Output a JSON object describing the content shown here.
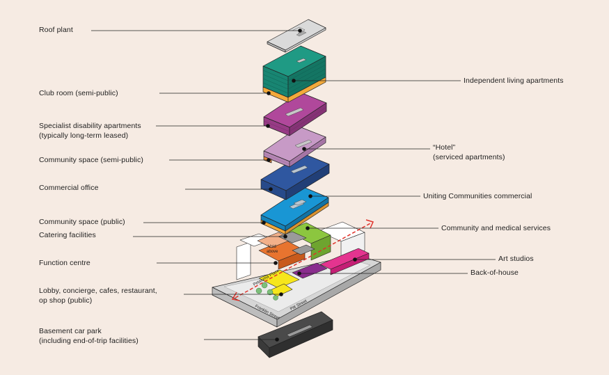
{
  "labels_left": [
    {
      "id": "roof-plant",
      "lines": [
        "Roof plant"
      ]
    },
    {
      "id": "club-room",
      "lines": [
        "Club room (semi-public)"
      ]
    },
    {
      "id": "specialist-disability",
      "lines": [
        "Specialist disability apartments",
        "(typically long-term leased)"
      ]
    },
    {
      "id": "community-semi-public",
      "lines": [
        "Community space (semi-public)"
      ]
    },
    {
      "id": "commercial-office",
      "lines": [
        "Commercial office"
      ]
    },
    {
      "id": "community-public",
      "lines": [
        "Community space (public)"
      ]
    },
    {
      "id": "catering",
      "lines": [
        "Catering facilities"
      ]
    },
    {
      "id": "function-centre",
      "lines": [
        "Function centre"
      ]
    },
    {
      "id": "lobby",
      "lines": [
        "Lobby, concierge, cafes, restaurant,",
        "op shop (public)"
      ]
    },
    {
      "id": "basement",
      "lines": [
        "Basement car park",
        "(including end-of-trip facilities)"
      ]
    }
  ],
  "labels_right": [
    {
      "id": "independent-living",
      "lines": [
        "Independent living apartments"
      ]
    },
    {
      "id": "hotel",
      "lines": [
        "“Hotel”",
        "(serviced apartments)"
      ]
    },
    {
      "id": "uniting-commercial",
      "lines": [
        "Uniting Communities commercial"
      ]
    },
    {
      "id": "community-medical",
      "lines": [
        "Community and medical services"
      ]
    },
    {
      "id": "art-studios",
      "lines": [
        "Art studios"
      ]
    },
    {
      "id": "back-of-house",
      "lines": [
        "Back-of-house"
      ]
    }
  ],
  "map_labels": {
    "void": [
      "Void",
      "above"
    ],
    "petaluma": "Petaluma Place",
    "franklin": "Franklin Street",
    "pitt": "Pitt Street"
  },
  "colors": {
    "background": "#f6ebe3",
    "roof": "#dadada",
    "independent_living": "#1f9a84",
    "club_room": "#f2a93b",
    "specialist_disability": "#b0489b",
    "hotel": "#c79ac6",
    "community_semi_public": "#e98a3a",
    "commercial_office": "#2f57a0",
    "uniting_commercial": "#1996d4",
    "community_public": "#f2a93b",
    "community_medical": "#8cc63f",
    "catering": "#f2b08a",
    "function_centre": "#e8742f",
    "art_studios": "#e4348f",
    "back_of_house": "#8a2d8e",
    "lobby": "#f6e61b",
    "basement": "#4a4a4a",
    "leader_line": "#222222",
    "site_arrow": "#e0322a"
  }
}
